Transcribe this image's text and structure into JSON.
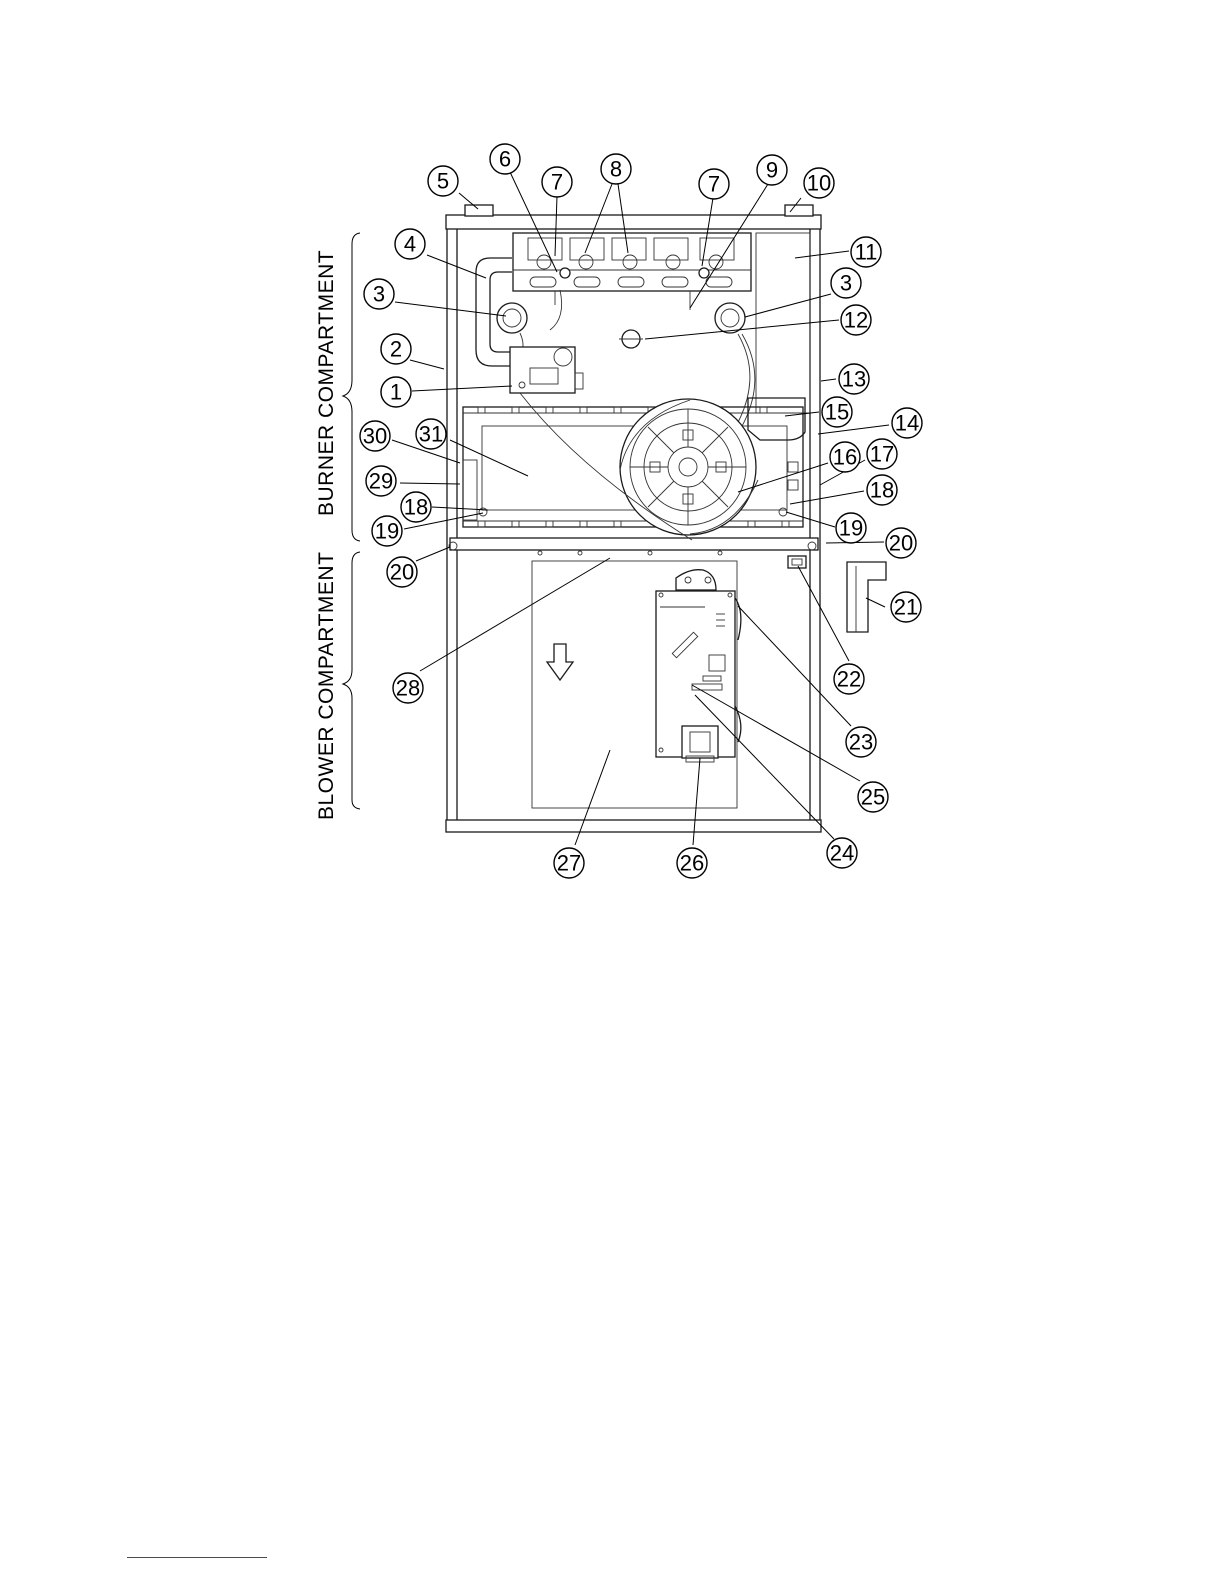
{
  "sections": {
    "burner": "BURNER COMPARTMENT",
    "blower": "BLOWER COMPARTMENT"
  },
  "callouts": [
    {
      "key": "c1",
      "text": "1"
    },
    {
      "key": "c2",
      "text": "2"
    },
    {
      "key": "c3a",
      "text": "3"
    },
    {
      "key": "c3b",
      "text": "3"
    },
    {
      "key": "c4",
      "text": "4"
    },
    {
      "key": "c5",
      "text": "5"
    },
    {
      "key": "c6",
      "text": "6"
    },
    {
      "key": "c7a",
      "text": "7"
    },
    {
      "key": "c7b",
      "text": "7"
    },
    {
      "key": "c8",
      "text": "8"
    },
    {
      "key": "c9",
      "text": "9"
    },
    {
      "key": "c10",
      "text": "10"
    },
    {
      "key": "c11",
      "text": "11"
    },
    {
      "key": "c12",
      "text": "12"
    },
    {
      "key": "c13",
      "text": "13"
    },
    {
      "key": "c14",
      "text": "14"
    },
    {
      "key": "c15",
      "text": "15"
    },
    {
      "key": "c16",
      "text": "16"
    },
    {
      "key": "c17",
      "text": "17"
    },
    {
      "key": "c18a",
      "text": "18"
    },
    {
      "key": "c18b",
      "text": "18"
    },
    {
      "key": "c19a",
      "text": "19"
    },
    {
      "key": "c19b",
      "text": "19"
    },
    {
      "key": "c20a",
      "text": "20"
    },
    {
      "key": "c20b",
      "text": "20"
    },
    {
      "key": "c21",
      "text": "21"
    },
    {
      "key": "c22",
      "text": "22"
    },
    {
      "key": "c23",
      "text": "23"
    },
    {
      "key": "c24",
      "text": "24"
    },
    {
      "key": "c25",
      "text": "25"
    },
    {
      "key": "c26",
      "text": "26"
    },
    {
      "key": "c27",
      "text": "27"
    },
    {
      "key": "c28",
      "text": "28"
    },
    {
      "key": "c29",
      "text": "29"
    },
    {
      "key": "c30",
      "text": "30"
    },
    {
      "key": "c31",
      "text": "31"
    }
  ]
}
